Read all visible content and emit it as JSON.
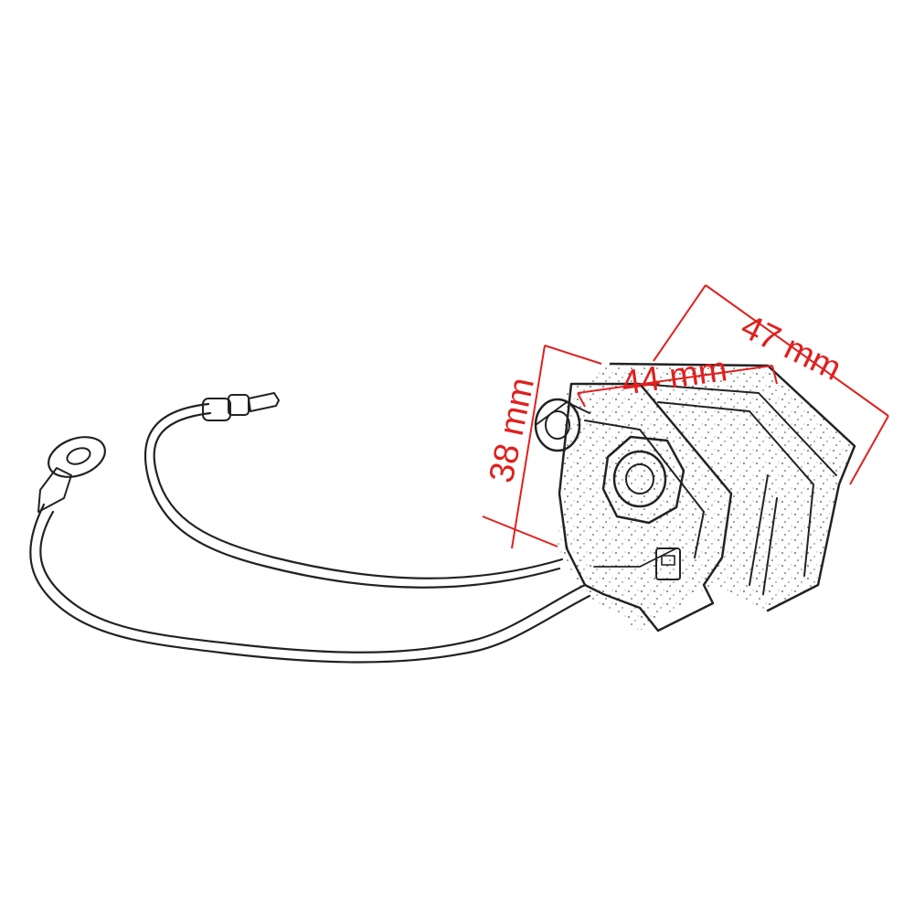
{
  "dimensions": {
    "width_label": "47 mm",
    "front_label": "44 mm",
    "height_label": "38 mm"
  },
  "colors": {
    "dimension": "#e0201e",
    "sketch": "#222222",
    "background": "#ffffff"
  }
}
